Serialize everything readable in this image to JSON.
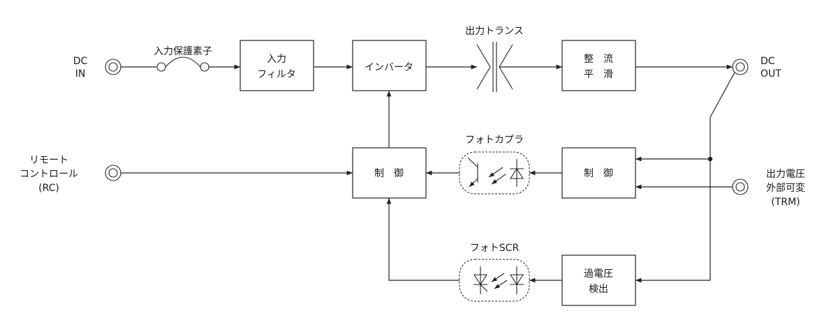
{
  "terminals": {
    "dc_in": [
      "DC",
      "IN"
    ],
    "dc_out": [
      "DC",
      "OUT"
    ],
    "remote_control": [
      "リモート",
      "コントロール",
      "(RC)"
    ],
    "output_voltage_adjust": [
      "出力電圧",
      "外部可変",
      "(TRM)"
    ]
  },
  "components": {
    "input_protection": "入力保護素子",
    "input_filter": [
      "入力",
      "フィルタ"
    ],
    "inverter": "インバータ",
    "output_transformer": "出力トランス",
    "rectifier_smoothing": [
      "整　流",
      "平　滑"
    ],
    "control_primary": "制　御",
    "control_secondary": "制　御",
    "photocoupler": "フォトカプラ",
    "photo_scr": "フォトSCR",
    "overvoltage_detection": [
      "過電圧",
      "検出"
    ]
  }
}
